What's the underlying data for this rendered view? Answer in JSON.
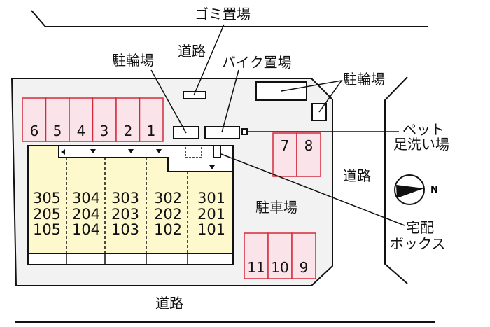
{
  "labels": {
    "garbage": "ゴミ置場",
    "road_top": "道路",
    "bicycle_left": "駐輪場",
    "motorbike": "バイク置場",
    "bicycle_right": "駐輪場",
    "pet_1": "ペット",
    "pet_2": "足洗い場",
    "road_right": "道路",
    "parking_lot": "駐車場",
    "delivery_1": "宅配",
    "delivery_2": "ボックス",
    "road_bottom": "道路",
    "north": "N"
  },
  "parking_top": [
    "6",
    "5",
    "4",
    "3",
    "2",
    "1"
  ],
  "parking_right": [
    "7",
    "8"
  ],
  "parking_bottom": [
    "11",
    "10",
    "9"
  ],
  "units": [
    [
      "305",
      "205",
      "105"
    ],
    [
      "304",
      "204",
      "104"
    ],
    [
      "303",
      "203",
      "103"
    ],
    [
      "302",
      "202",
      "102"
    ],
    [
      "301",
      "201",
      "101"
    ]
  ],
  "colors": {
    "parking_fill": "#fbe3ea",
    "parking_stroke": "#d42a3c",
    "building": "#fdf9cc",
    "lot": "#f2f2f2"
  }
}
